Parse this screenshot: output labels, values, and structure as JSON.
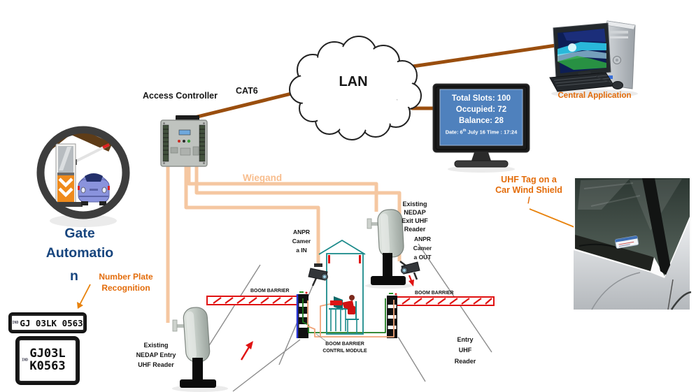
{
  "labels": {
    "access_controller": "Access Controller",
    "cat6": "CAT6",
    "lan": "LAN",
    "wiegand": "Wiegand",
    "central_application": "Central Application",
    "gate_line1": "Gate",
    "gate_line2": "Automatio",
    "gate_line3": "n",
    "number_plate": "Number Plate\nRecognition",
    "entry_reader": "Existing\nNEDAP Entry\nUHF Reader",
    "exit_reader": "Existing\nNEDAP\nExit UHF\nReader",
    "anpr_in": "ANPR\nCamer\na IN",
    "anpr_out": "ANPR\nCamer\na OUT",
    "boom_barrier_left": "BOOM BARRIER",
    "boom_barrier_right": "BOOM BARRIER",
    "boom_module": "BOOM BARRIER\nCONTRIL MODULE",
    "entry_uhf": "Entry\nUHF\nReader",
    "uhf_tag": "UHF Tag on a\nCar Wind Shield\n/"
  },
  "monitor": {
    "line1": "Total Slots: 100",
    "line2": "Occupied: 72",
    "line3": "Balance: 28",
    "date_prefix": "Date: 6",
    "date_sup": "th",
    "date_rest": " July 16 Time : 17:24"
  },
  "plates": {
    "small": {
      "country": "IND",
      "text": "GJ 03LK 0563"
    },
    "large": {
      "country": "IND",
      "line1": "GJ03L",
      "line2": "K0563"
    }
  },
  "colors": {
    "cable_brown": "#9a4e0e",
    "wire_orange": "#f5c7a1",
    "label_orange": "#e36c0a",
    "title_blue": "#17457e",
    "screen_blue": "#4f81bd",
    "booth_teal": "#1b8a8a",
    "barrier_red": "#e01212"
  }
}
